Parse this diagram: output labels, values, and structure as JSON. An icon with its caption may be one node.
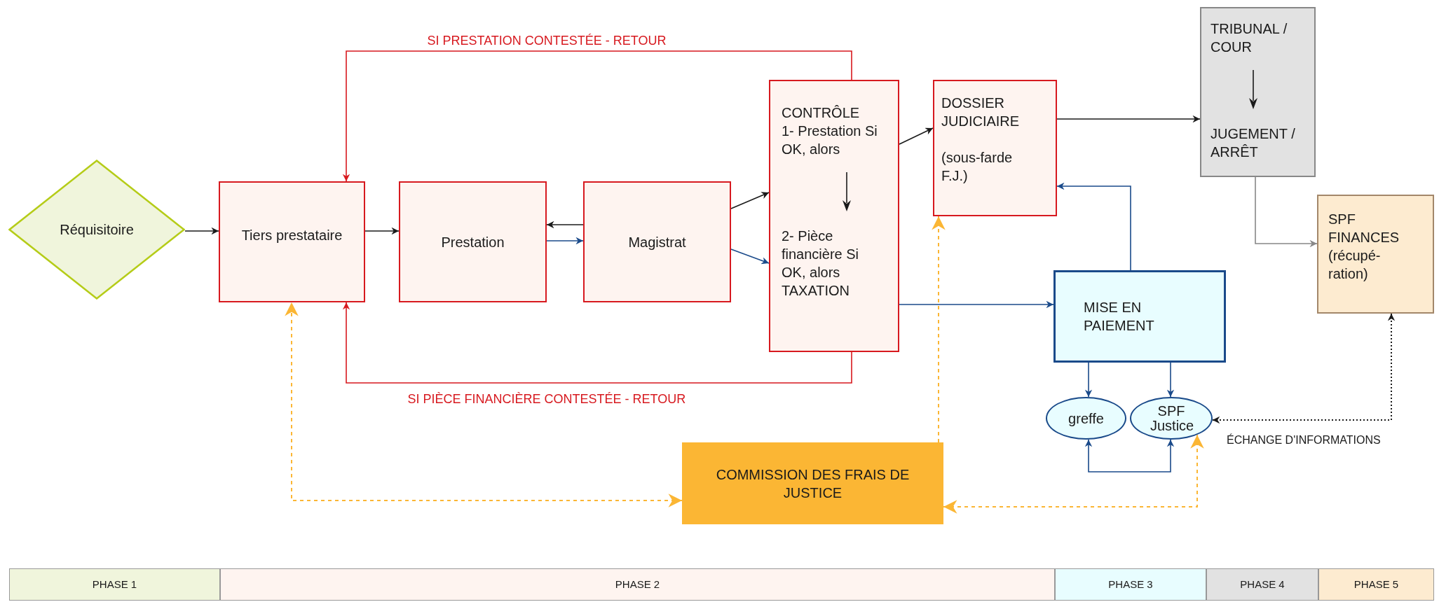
{
  "diagram": {
    "nodes": [
      {
        "text": [
          "Réquisitoire"
        ]
      },
      {
        "text": [
          "Tiers prestataire"
        ]
      },
      {
        "text": [
          "Prestation"
        ]
      },
      {
        "text": [
          "Magistrat"
        ]
      },
      {
        "text": [
          "CONTRÔLE",
          "1- Prestation Si OK, alors",
          "2- Pièce financière Si OK, alors TAXATION"
        ]
      },
      {
        "text": [
          "DOSSIER JUDICIAIRE",
          "(sous-farde F.J.)"
        ]
      },
      {
        "text": [
          "TRIBUNAL / COUR",
          "JUGEMENT / ARRÊT"
        ]
      },
      {
        "text": [
          "SPF FINANCES (récupé- ration)"
        ]
      },
      {
        "text": [
          "MISE EN PAIEMENT"
        ]
      },
      {
        "text": [
          "greffe"
        ]
      },
      {
        "text": [
          "SPF Justice"
        ]
      },
      {
        "text": [
          "COMMISSION DES FRAIS DE JUSTICE"
        ]
      },
      {
        "text": [
          "PHASE 1"
        ]
      },
      {
        "text": [
          "PHASE 2"
        ]
      },
      {
        "text": [
          "PHASE 3"
        ]
      },
      {
        "text": [
          "PHASE 4"
        ]
      },
      {
        "text": [
          "PHASE 5"
        ]
      }
    ],
    "edges": [
      {
        "from": 0,
        "to": 1,
        "arrow": "to",
        "color": "#1a1a1a"
      },
      {
        "from": 1,
        "to": 2,
        "arrow": "to",
        "color": "#1a1a1a"
      },
      {
        "from": 3,
        "to": 2,
        "arrow": "to",
        "color": "#1a1a1a"
      },
      {
        "from": 2,
        "to": 3,
        "arrow": "to",
        "color": "#1a4a8a"
      },
      {
        "from": 3,
        "to": 4,
        "arrow": "to",
        "color": "#1a1a1a"
      },
      {
        "from": 3,
        "to": 4,
        "arrow": "to",
        "color": "#1a4a8a"
      },
      {
        "from": 4,
        "to": 1,
        "arrow": "to",
        "label": "SI PRESTATION CONTESTÉE - RETOUR",
        "color": "#d7191f"
      },
      {
        "from": 4,
        "to": 1,
        "arrow": "to",
        "label": "SI PIÈCE FINANCIÈRE CONTESTÉE - RETOUR",
        "color": "#d7191f"
      },
      {
        "from": 4,
        "to": 5,
        "arrow": "to",
        "color": "#1a1a1a"
      },
      {
        "from": 5,
        "to": 6,
        "arrow": "to",
        "color": "#1a1a1a"
      },
      {
        "from": 6,
        "to": 7,
        "arrow": "to",
        "color": "#888888"
      },
      {
        "from": 4,
        "to": 8,
        "arrow": "to",
        "color": "#1a4a8a"
      },
      {
        "from": 8,
        "to": 5,
        "arrow": "to",
        "color": "#1a4a8a"
      },
      {
        "from": 8,
        "to": 9,
        "arrow": "to",
        "color": "#1a4a8a"
      },
      {
        "from": 8,
        "to": 10,
        "arrow": "to",
        "color": "#1a4a8a"
      },
      {
        "from": 9,
        "to": 10,
        "arrow": "both",
        "color": "#1a4a8a"
      },
      {
        "from": 11,
        "to": 1,
        "arrow": "both",
        "style": "dashed",
        "color": "#fbb634"
      },
      {
        "from": 11,
        "to": 5,
        "arrow": "to",
        "style": "dashed",
        "color": "#fbb634"
      },
      {
        "from": 11,
        "to": 10,
        "arrow": "both",
        "style": "dashed",
        "color": "#fbb634"
      },
      {
        "from": 7,
        "to": 10,
        "arrow": "both",
        "label": "ÉCHANGE D'INFORMATIONS",
        "style": "dashed",
        "color": "#1a1a1a"
      }
    ]
  }
}
